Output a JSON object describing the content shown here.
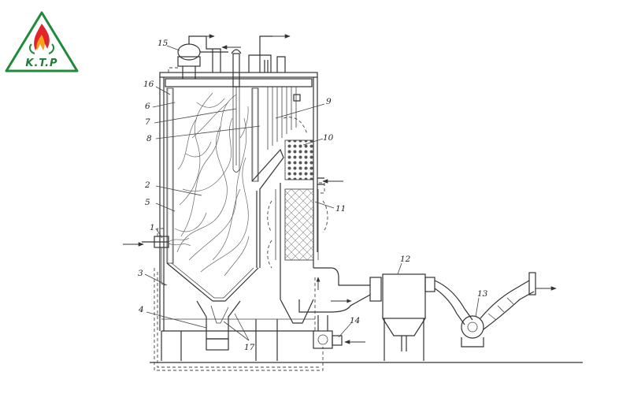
{
  "logo": {
    "text": "K.T.P",
    "colors": {
      "green": "#1f8a3a",
      "red": "#e0262b",
      "orange": "#f6a11b"
    }
  },
  "diagram": {
    "callouts": [
      "1",
      "2",
      "3",
      "4",
      "5",
      "6",
      "7",
      "8",
      "9",
      "10",
      "11",
      "12",
      "13",
      "14",
      "15",
      "16",
      "17"
    ]
  }
}
